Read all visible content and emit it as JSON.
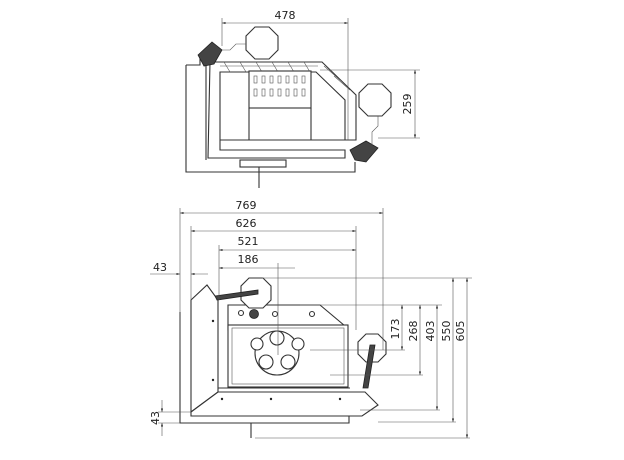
{
  "top_view": {
    "width_dim": "478",
    "depth_dim": "259"
  },
  "front_view": {
    "width_dims": [
      "769",
      "626",
      "521",
      "186"
    ],
    "left_offset_dim": "43",
    "bottom_offset_dim": "43",
    "height_dims": [
      "173",
      "268",
      "403",
      "550",
      "605"
    ]
  },
  "colors": {
    "line": "#333333",
    "background": "#ffffff"
  }
}
